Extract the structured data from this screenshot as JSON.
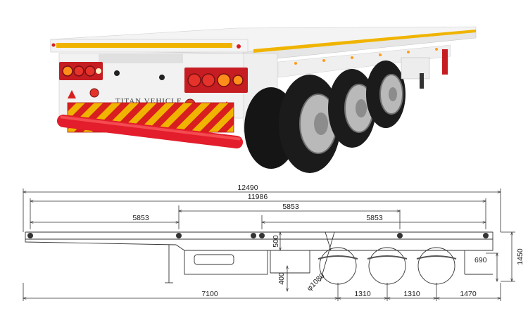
{
  "photo": {
    "brand_plate": "TITAN VEHICLE",
    "colors": {
      "body": "#f1f1f1",
      "stripe_yellow": "#f0b400",
      "hazard_red": "#d81e1e",
      "bumper_red": "#e31d2b",
      "rim_grey": "#b9b9b9"
    }
  },
  "drawing": {
    "overall_length": "12490",
    "deck_length": "11986",
    "twistlock_spacing_1": "5853",
    "twistlock_spacing_2": "5853",
    "twistlock_spacing_3": "5853",
    "kingpin_to_axle": "7100",
    "axle_spacing_1": "1310",
    "axle_spacing_2": "1310",
    "rear_overhang": "1470",
    "tire_diameter": "φ1080",
    "frame_height": "500",
    "drop_height": "400",
    "rear_height": "690",
    "total_height": "1450"
  }
}
